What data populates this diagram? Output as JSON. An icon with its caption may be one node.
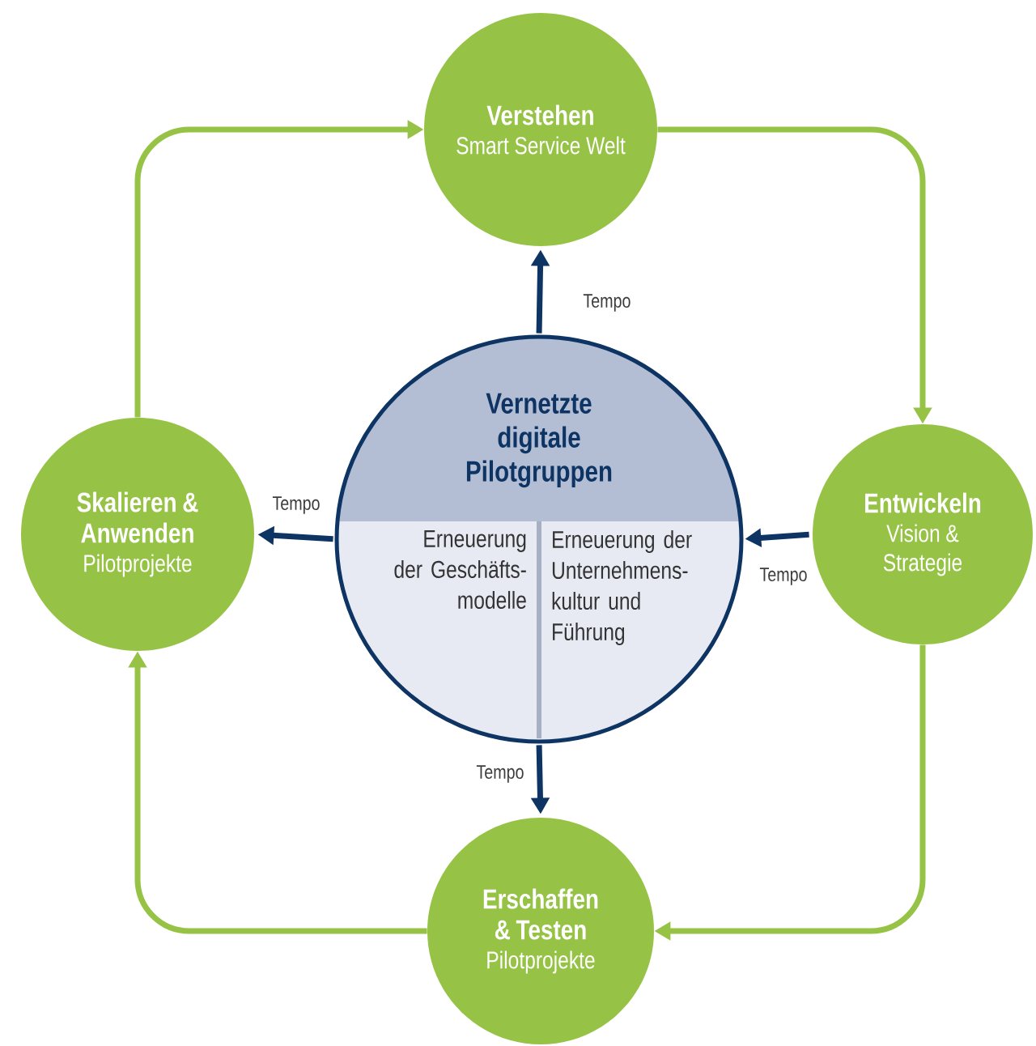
{
  "diagram": {
    "nodes": [
      {
        "text": [
          "Verstehen",
          "Smart Service Welt"
        ]
      },
      {
        "text": [
          "Entwickeln",
          "Vision & Strategie"
        ]
      },
      {
        "text": [
          "Erschaffen & Testen",
          "Pilotprojekte"
        ]
      },
      {
        "text": [
          "Skalieren & Anwenden",
          "Pilotprojekte"
        ]
      },
      {
        "text": [
          "Vernetzte digitale Pilotgruppen",
          "Erneuerung der Geschäfts- modelle",
          "Erneuerung der Unternehmens- kultur und Führung"
        ]
      }
    ],
    "edges": [
      {
        "from": 0,
        "to": 1,
        "arrow": "to",
        "color": "#96c346"
      },
      {
        "from": 1,
        "to": 2,
        "arrow": "to",
        "color": "#96c346"
      },
      {
        "from": 2,
        "to": 3,
        "arrow": "to",
        "color": "#96c346"
      },
      {
        "from": 3,
        "to": 0,
        "arrow": "to",
        "color": "#96c346"
      },
      {
        "from": 4,
        "to": 0,
        "arrow": "to",
        "label": "Tempo",
        "color": "#0d3463"
      },
      {
        "from": 1,
        "to": 4,
        "arrow": "to",
        "label": "Tempo",
        "color": "#0d3463"
      },
      {
        "from": 4,
        "to": 2,
        "arrow": "to",
        "label": "Tempo",
        "color": "#0d3463"
      },
      {
        "from": 4,
        "to": 3,
        "arrow": "to",
        "label": "Tempo",
        "color": "#0d3463"
      }
    ]
  }
}
